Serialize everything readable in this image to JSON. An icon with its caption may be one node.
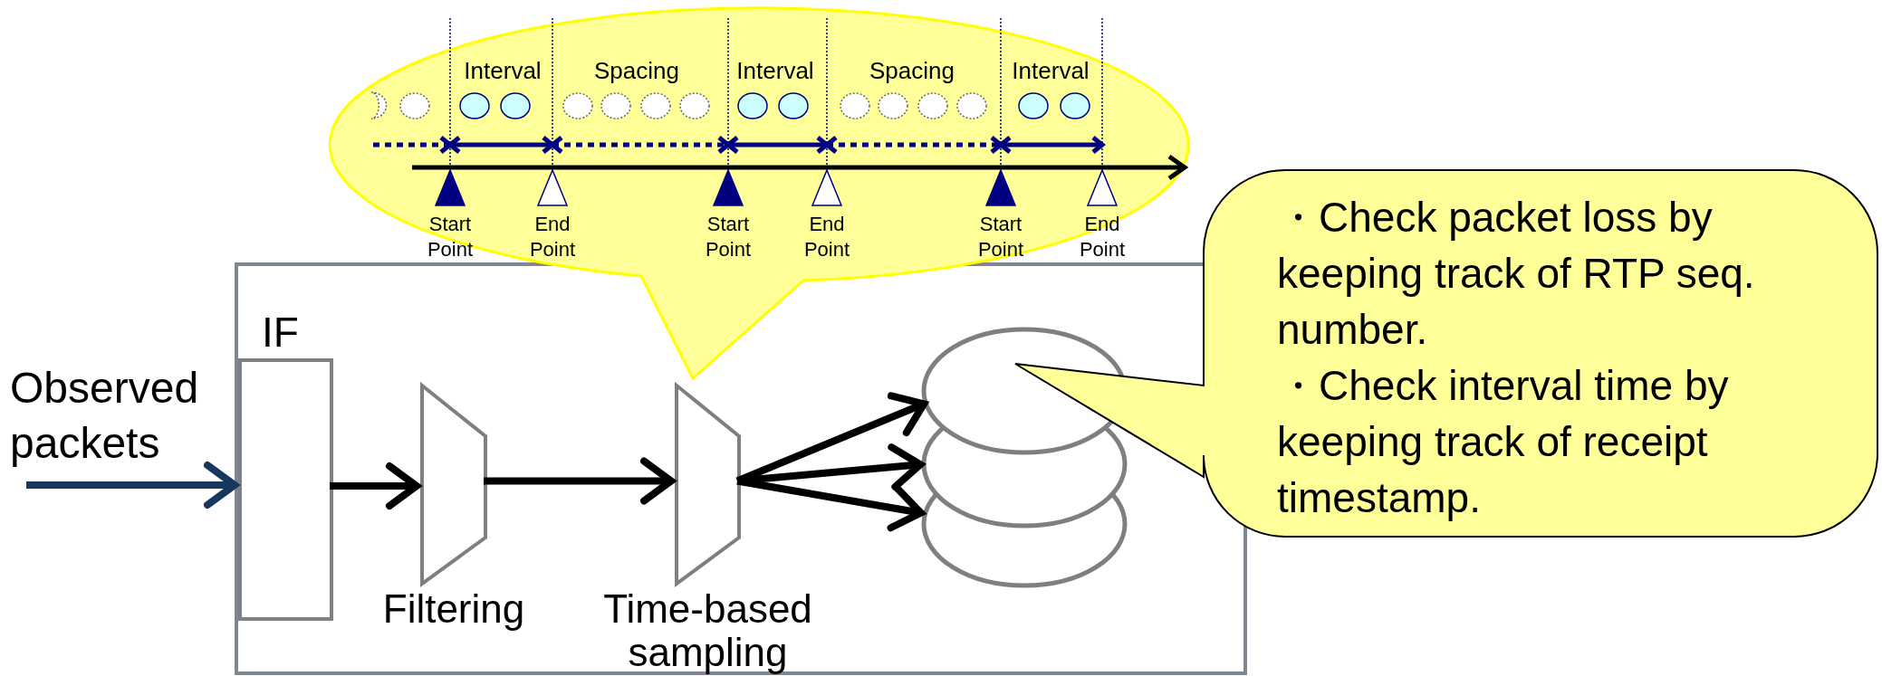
{
  "diagram": {
    "nodes": [
      {
        "text": [],
        "shape": "box"
      },
      {
        "text": [
          "IF"
        ],
        "in": 0
      },
      {
        "text": [
          "Filtering"
        ],
        "in": 0
      },
      {
        "text": [
          "Time-based sampling"
        ],
        "in": 0
      },
      {
        "text": [],
        "shape": "ellipse",
        "in": 0
      },
      {
        "text": [],
        "shape": "ellipse",
        "in": 0
      },
      {
        "text": [],
        "shape": "ellipse",
        "in": 0
      },
      {
        "text": [],
        "shape": "callout"
      },
      {
        "text": [
          "・Check packet loss by keeping track of RTP seq. number.",
          "・Check interval time by keeping track of receipt timestamp."
        ]
      }
    ],
    "edges": [
      {
        "from": null,
        "to": 1,
        "arrow": "to",
        "color": "#17375e"
      },
      {
        "from": 1,
        "to": 2,
        "arrow": "to"
      },
      {
        "from": 2,
        "to": 3,
        "arrow": "to"
      },
      {
        "from": 3,
        "to": 4,
        "arrow": "to"
      },
      {
        "from": 3,
        "to": 5,
        "arrow": "to"
      },
      {
        "from": 3,
        "to": 6,
        "arrow": "to"
      }
    ],
    "labels": [
      "Interval",
      "Spacing",
      "Interval",
      "Spacing",
      "Interval",
      "Start Point",
      "End Point",
      "Start Point",
      "End Point",
      "Start Point",
      "End Point",
      "Observed packets"
    ]
  }
}
